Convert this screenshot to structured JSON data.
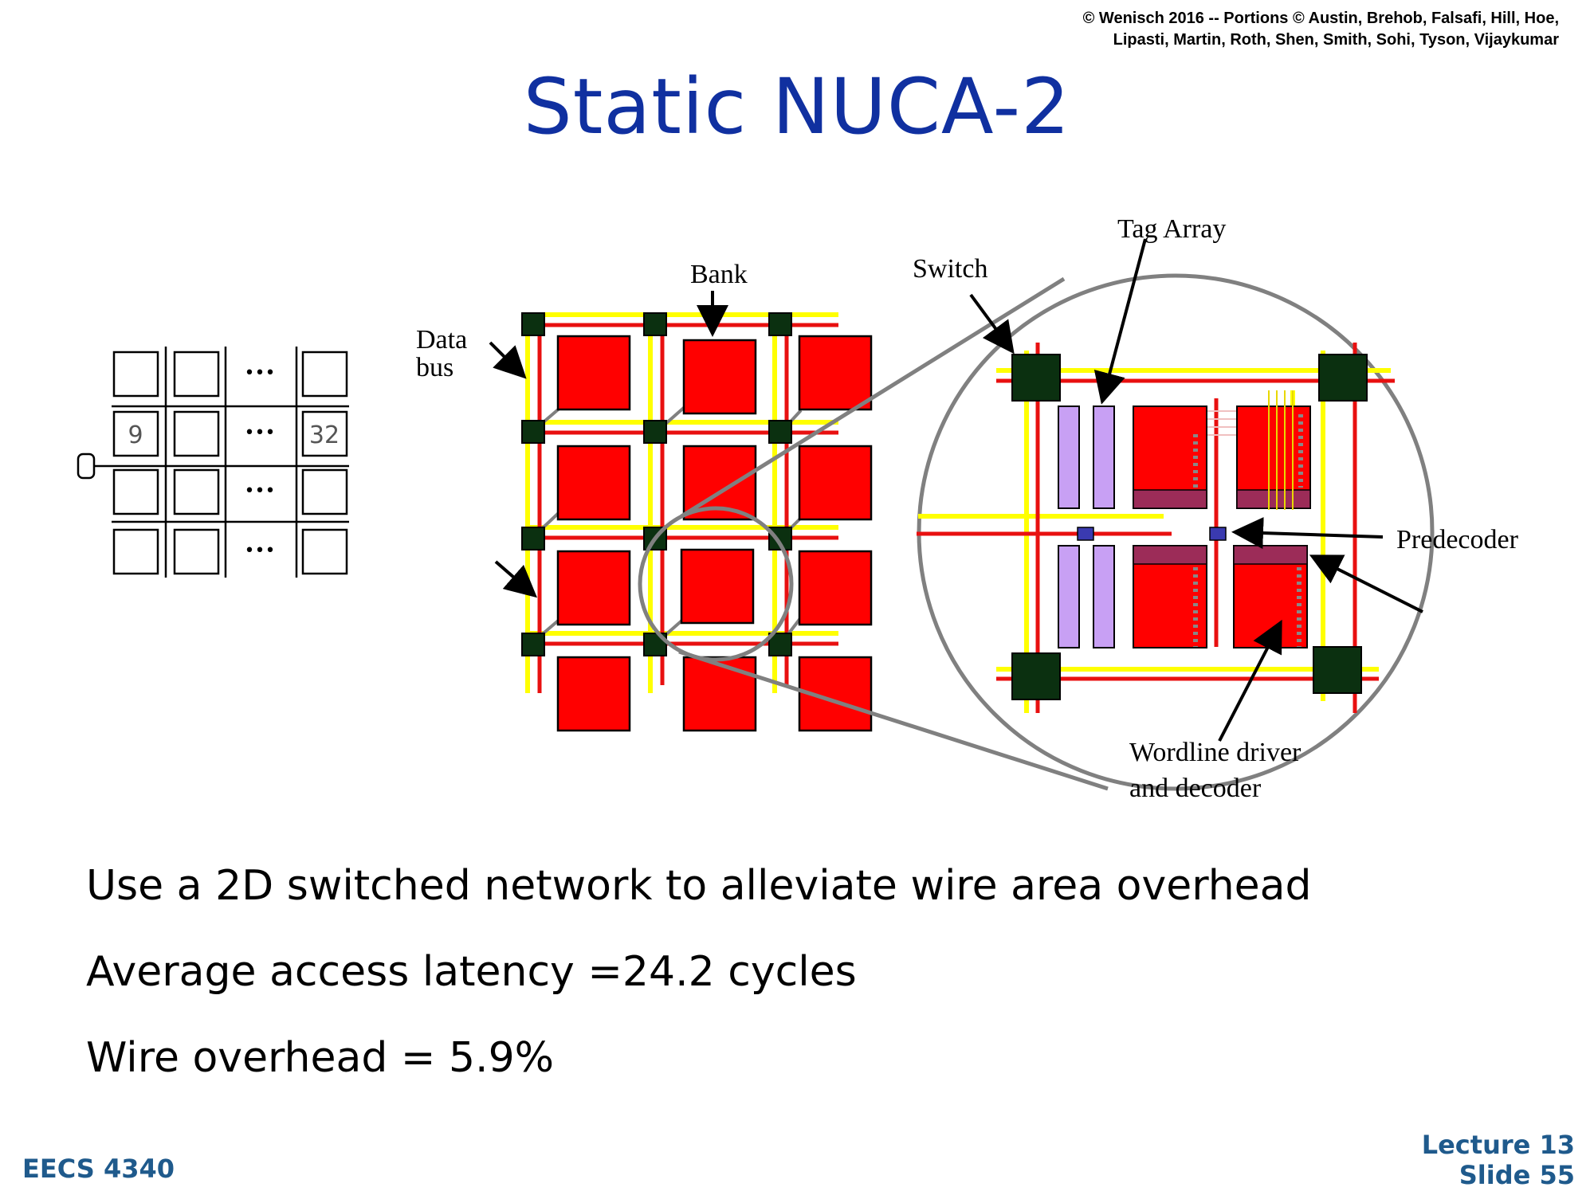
{
  "header": {
    "copyright_line1": "© Wenisch 2016 -- Portions © Austin, Brehob, Falsafi, Hill, Hoe,",
    "copyright_line2": "Lipasti, Martin, Roth, Shen, Smith, Sohi, Tyson, Vijaykumar"
  },
  "slide": {
    "title": "Static NUCA-2"
  },
  "diagram": {
    "small_grid": {
      "dots": "•••",
      "label_left": "9",
      "label_right": "32"
    },
    "labels": {
      "data_bus_line1": "Data",
      "data_bus_line2": "bus",
      "bank": "Bank",
      "switch": "Switch",
      "tag_array": "Tag Array",
      "predecoder": "Predecoder",
      "wordline_line1": "Wordline driver",
      "wordline_line2": "and decoder"
    },
    "colors": {
      "bank": "#ff0000",
      "switch": "#0b3010",
      "wire_red": "#e81010",
      "wire_yellow": "#ffff00",
      "tag_array": "#c8a0f4",
      "decoder_bar": "#9c2c58",
      "predecoder": "#3a3ab0",
      "zoom_outline": "#808080"
    }
  },
  "bullets": [
    "Use a 2D switched network to alleviate wire area overhead",
    "Average access latency =24.2 cycles",
    "Wire overhead = 5.9%"
  ],
  "footer": {
    "course": "EECS 4340",
    "lecture": "Lecture 13",
    "slide": "Slide 55"
  }
}
